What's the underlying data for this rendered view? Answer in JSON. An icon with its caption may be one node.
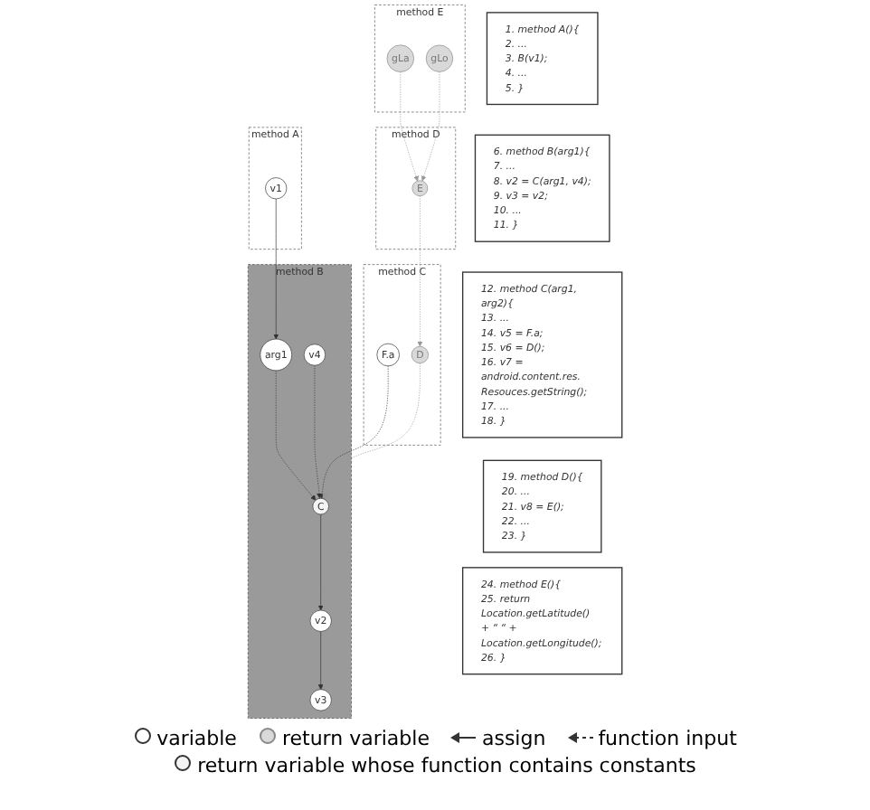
{
  "diagram": {
    "nodes": [
      {
        "text": [
          "1. method A(){",
          "2. ...",
          "3. B(v1);",
          "4. ...",
          "5. }"
        ]
      },
      {
        "text": [
          "6. method B(arg1){",
          "7. ...",
          "8. v2 = C(arg1, v4);",
          "9. v3 = v2;",
          "10. ...",
          "11. }"
        ]
      },
      {
        "text": [
          "12. method C(arg1, arg2){",
          "13. ...",
          "14. v5 = F.a;",
          "15. v6 = D();",
          "16. v7 = android.content.res. Resouces.getString();",
          "17. ...",
          "18. }"
        ]
      },
      {
        "text": [
          "19. method D(){",
          "20. ...",
          "21. v8 = E();",
          "22. ...",
          "23. }"
        ]
      },
      {
        "text": [
          "24. method E(){",
          "25. return Location.getLatitude() + “ “ + Location.getLongitude();",
          "26. }"
        ]
      },
      {
        "text": [
          "method A"
        ]
      },
      {
        "text": [
          "v1"
        ],
        "in": 5
      },
      {
        "text": [
          "method B"
        ]
      },
      {
        "text": [
          "arg1"
        ],
        "in": 7
      },
      {
        "text": [
          "v3"
        ],
        "in": 7
      },
      {
        "text": [
          "v2"
        ],
        "in": 7
      },
      {
        "text": [
          "C"
        ],
        "in": 7
      },
      {
        "text": [
          "v4"
        ],
        "in": 7
      },
      {
        "text": [
          "method C"
        ]
      },
      {
        "text": [
          "F.a"
        ],
        "in": 13
      },
      {
        "text": [
          "D"
        ],
        "in": 13
      },
      {
        "text": [
          "method D"
        ]
      },
      {
        "text": [
          "E"
        ],
        "in": 16
      },
      {
        "text": [
          "method E"
        ]
      },
      {
        "text": [
          "gLa"
        ],
        "in": 18
      },
      {
        "text": [
          "gLo"
        ],
        "in": 18
      }
    ],
    "edges": [
      {
        "from": 6,
        "to": 8,
        "arrow": "to"
      },
      {
        "from": 8,
        "to": 11,
        "arrow": "to",
        "style": "dashed"
      },
      {
        "from": 12,
        "to": 11,
        "arrow": "to",
        "style": "dashed"
      },
      {
        "from": 11,
        "to": 10,
        "arrow": "to"
      },
      {
        "from": 10,
        "to": 9,
        "arrow": "to"
      },
      {
        "from": 14,
        "to": 11,
        "arrow": "to",
        "style": "dashed"
      },
      {
        "from": 15,
        "to": 11,
        "arrow": "to",
        "style": "dashed",
        "color": "#999999"
      },
      {
        "from": 17,
        "to": 15,
        "arrow": "to",
        "style": "dashed",
        "color": "#999999"
      },
      {
        "from": 19,
        "to": 17,
        "arrow": "to",
        "style": "dashed",
        "color": "#999999"
      },
      {
        "from": 20,
        "to": 17,
        "arrow": "to",
        "style": "dashed",
        "color": "#999999"
      }
    ],
    "legend": [
      {
        "text": "variable"
      },
      {
        "text": "return variable"
      },
      {
        "text": "assign"
      },
      {
        "text": "function input"
      },
      {
        "text": "return variable whose function contains constants"
      }
    ]
  }
}
